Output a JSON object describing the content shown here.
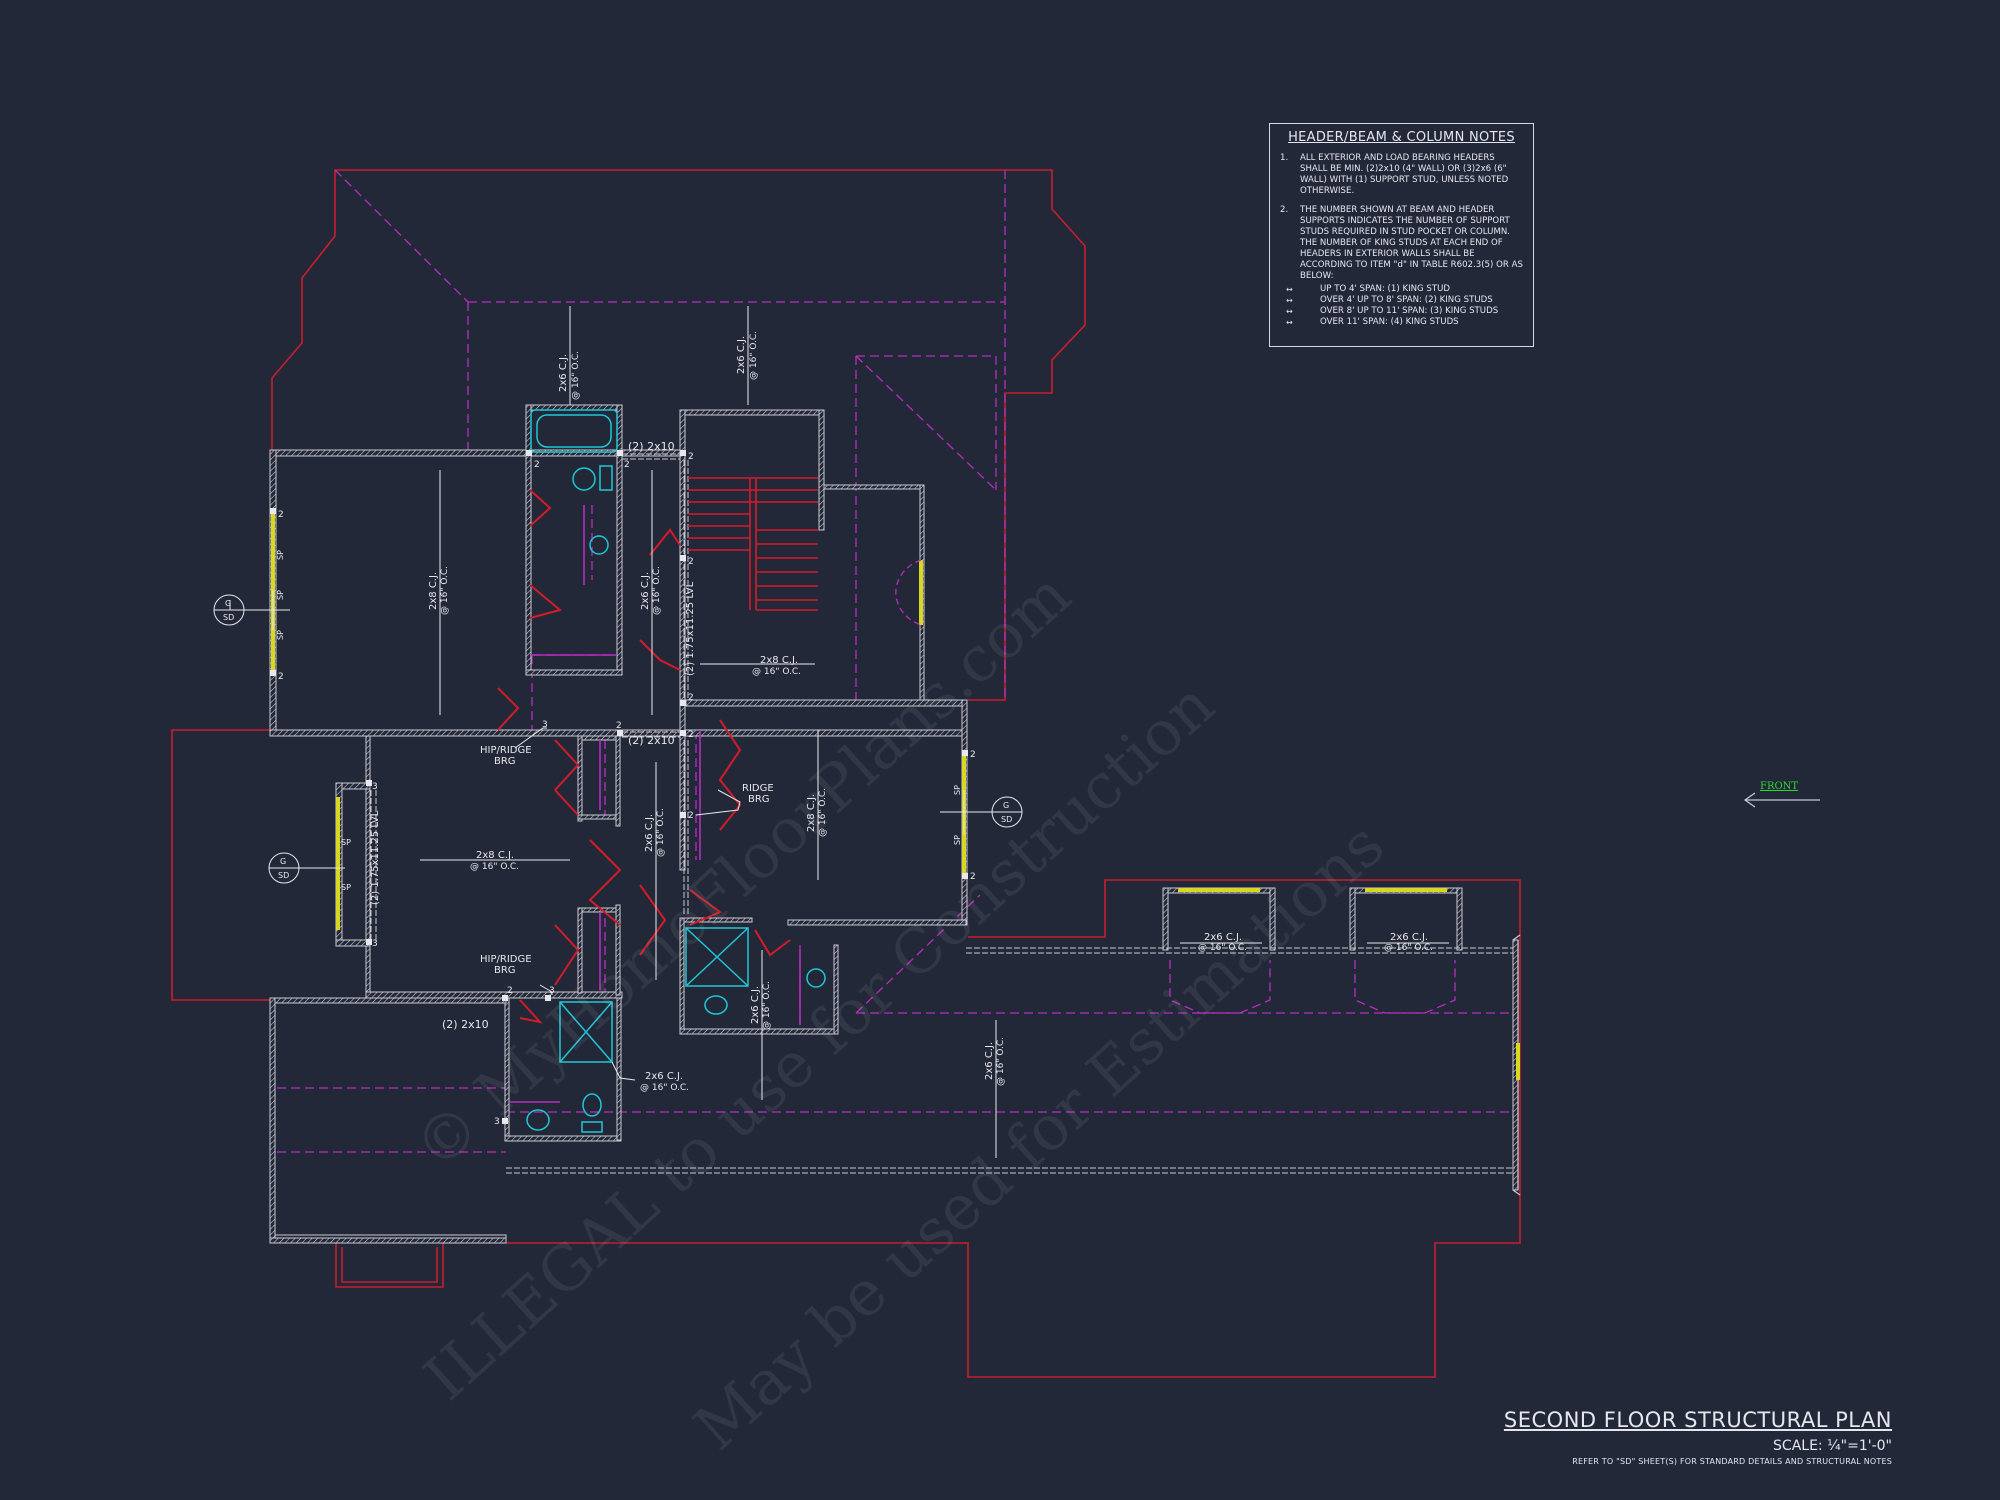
{
  "notes": {
    "title": "HEADER/BEAM & COLUMN NOTES",
    "items": [
      {
        "num": "1.",
        "text": "ALL EXTERIOR AND LOAD BEARING HEADERS SHALL BE MIN. (2)2x10 (4\" WALL) OR (3)2x6 (6\" WALL) WITH (1) SUPPORT STUD, UNLESS NOTED OTHERWISE."
      },
      {
        "num": "2.",
        "text": "THE NUMBER SHOWN AT BEAM AND HEADER SUPPORTS INDICATES THE NUMBER OF SUPPORT STUDS REQUIRED IN STUD POCKET OR COLUMN. THE NUMBER OF KING STUDS AT EACH END OF HEADERS IN EXTERIOR WALLS SHALL BE ACCORDING TO ITEM \"d\" IN TABLE R602.3(5) OR AS BELOW:"
      }
    ],
    "bullets": [
      "UP TO 4' SPAN: (1) KING STUD",
      "OVER 4' UP TO 8' SPAN: (2) KING STUDS",
      "OVER 8' UP TO 11' SPAN: (3) KING STUDS",
      "OVER 11' SPAN: (4) KING STUDS"
    ]
  },
  "title_block": {
    "title": "SECOND FLOOR STRUCTURAL PLAN",
    "scale": "SCALE: ¼\"=1'-0\"",
    "reference": "REFER TO \"SD\" SHEET(S) FOR STANDARD DETAILS AND STRUCTURAL NOTES"
  },
  "front_label": "FRONT",
  "watermarks": [
    "© MyHomeFloorPlans.com",
    "ILLEGAL to use for Construction",
    "May be used for Estimations"
  ],
  "labels": {
    "cj_2x8": "2x8 C.J.",
    "cj_2x6": "2x6 C.J.",
    "spacing": "@ 16\" O.C.",
    "header_2x10": "(2) 2x10",
    "lvl": "(2) 1.75x11.25 LVL",
    "hip_ridge": "HIP/RIDGE",
    "ridge": "RIDGE",
    "brg": "BRG",
    "sp": "SP",
    "detail_num": "G",
    "detail_sheet": "SD",
    "stud_2": "2",
    "stud_3": "3"
  },
  "colors": {
    "background": "#232838",
    "wall": "#c8c8d0",
    "roof_outline": "#c81e2d",
    "roof_hidden": "#b52ec0",
    "fixture": "#1fc7d6",
    "window": "#d8d820",
    "stair": "#d11c2a",
    "front_arrow": "#2fd62f"
  }
}
